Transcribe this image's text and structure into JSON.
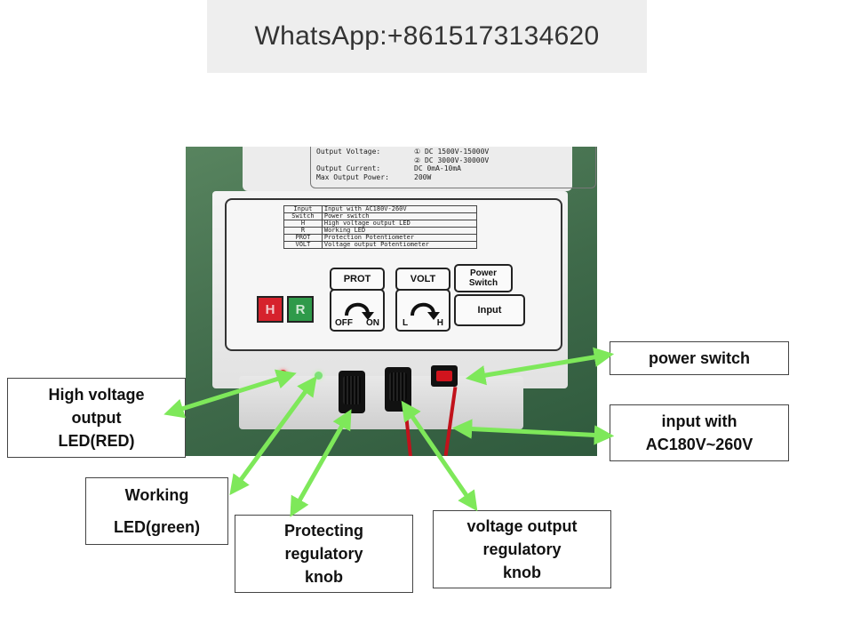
{
  "banner": {
    "text": "WhatsApp:+8615173134620"
  },
  "spec_label": {
    "line1": "Output Voltage:",
    "line1_opt1": "① DC 1500V-15000V",
    "line1_opt2": "② DC 3000V-30000V",
    "line2": "Output Current:",
    "line2_val": "DC 0mA-10mA",
    "line3": "Max Output Power:",
    "line3_val": "200W"
  },
  "legend_table": [
    [
      "Input",
      "Input with AC180V-260V"
    ],
    [
      "Switch",
      "Power switch"
    ],
    [
      "H",
      "High voltage output LED"
    ],
    [
      "R",
      "Working LED"
    ],
    [
      "PROT",
      "Protection Potentiometer"
    ],
    [
      "VOLT",
      "Voltage output Potentiometer"
    ]
  ],
  "panel": {
    "prot": "PROT",
    "volt": "VOLT",
    "power_switch": "Power\nSwitch",
    "input": "Input",
    "h": "H",
    "r": "R",
    "off": "OFF",
    "on": "ON",
    "l": "L",
    "hi": "H"
  },
  "callouts": {
    "power_switch": "power switch",
    "input": "input with\nAC180V~260V",
    "hv_led": "High voltage\noutput\nLED(RED)",
    "working_led": "Working\nLED(green)",
    "protecting": "Protecting\nregulatory\nknob",
    "voltage": "voltage output\nregulatory\nknob"
  },
  "colors": {
    "arrow": "#7ee85a",
    "h_badge": "#d6222c",
    "r_badge": "#2f9a4a",
    "background": "#3f6a4a"
  }
}
